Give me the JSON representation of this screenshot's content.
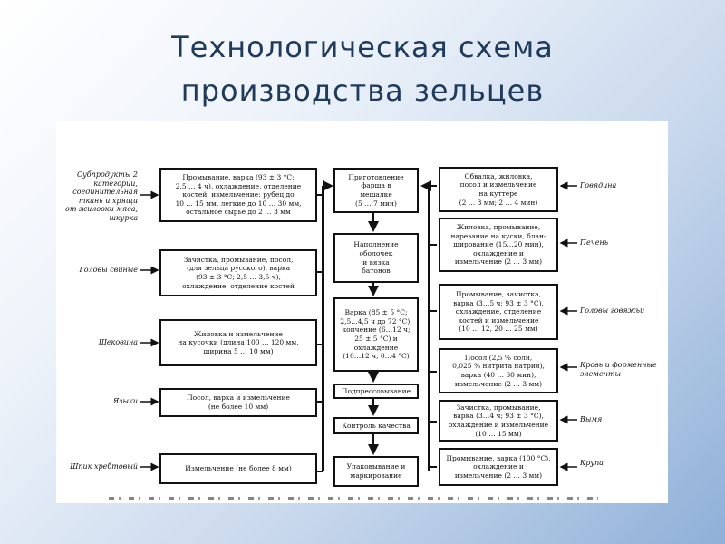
{
  "title": "Технологическая схема\nпроизводства зельцев",
  "left_inputs": [
    {
      "label": "Субпродукты 2\nкатегории,\nсоединительная\nткань и хрящи\nот жиловки мяса,\nшкурка",
      "box": "Промывание, варка (93 ± 3 °С;\n2,5 … 4 ч), охлаждение, отделение\nкостей, измельчение: рубец до\n10 … 15 мм, легкие до 10 … 30 мм,\nостальное сырье до 2 … 3 мм"
    },
    {
      "label": "Головы свиные",
      "box": "Зачистка, промывание, посол,\n(для зельца русского), варка\n(93 ± 3 °С; 2,5 … 3,5 ч),\nохлаждение, отделение костей"
    },
    {
      "label": "Щековина",
      "box": "Жиловка и измельчение\nна кусочки (длина 100 … 120 мм,\nширина 5 … 10 мм)"
    },
    {
      "label": "Языки",
      "box": "Посол, варка и измельчение\n(не более 10 мм)"
    },
    {
      "label": "Шпик хребтовый",
      "box": "Измельчение (не более 8 мм)"
    }
  ],
  "center_steps": [
    "Приготовление\nфарша в\nмешалке\n(5 … 7 мин)",
    "Наполнение\nоболочек\nи вязка\nбатонов",
    "Варка (85 ± 5 °С;\n2,5…4,5 ч до 72 °С),\nкопчение (6…12 ч;\n25 ± 5 °С) и\nохлаждение\n(10…12 ч, 0…4 °С)",
    "Подпрессовывание",
    "Контроль качества",
    "Упаковывание и\nмаркирование"
  ],
  "right_inputs": [
    {
      "label": "Говядина",
      "box": "Обвалка, жиловка,\nпосол и измельчение\nна куттере\n(2 … 3 мм; 2 … 4 мин)"
    },
    {
      "label": "Печень",
      "box": "Жиловка, промывание,\nнарезание на куски, блан-\nширование (15…20 мин),\nохлаждение и\nизмельчение (2 … 3 мм)"
    },
    {
      "label": "Головы говяжьи",
      "box": "Промывание, зачистка,\nварка (3…5 ч; 93 ± 3 °С),\nохлаждение, отделение\nкостей и измельчение\n(10 … 12, 20 … 25 мм)"
    },
    {
      "label": "Кровь и форменные\nэлементы",
      "box": "Посол (2,5 % соли,\n0,025 % нитрита натрия),\nварка (40 … 60 мин),\nизмельчение (2 … 3 мм)"
    },
    {
      "label": "Вымя",
      "box": "Зачистка, промывание,\nварка (3…4 ч; 93 ± 3 °С),\nохлаждение и измельчение\n(10 … 15 мм)"
    },
    {
      "label": "Крупа",
      "box": "Промывание, варка (100 °С),\nохлаждение и\nизмельчение (2 … 3 мм)"
    }
  ]
}
